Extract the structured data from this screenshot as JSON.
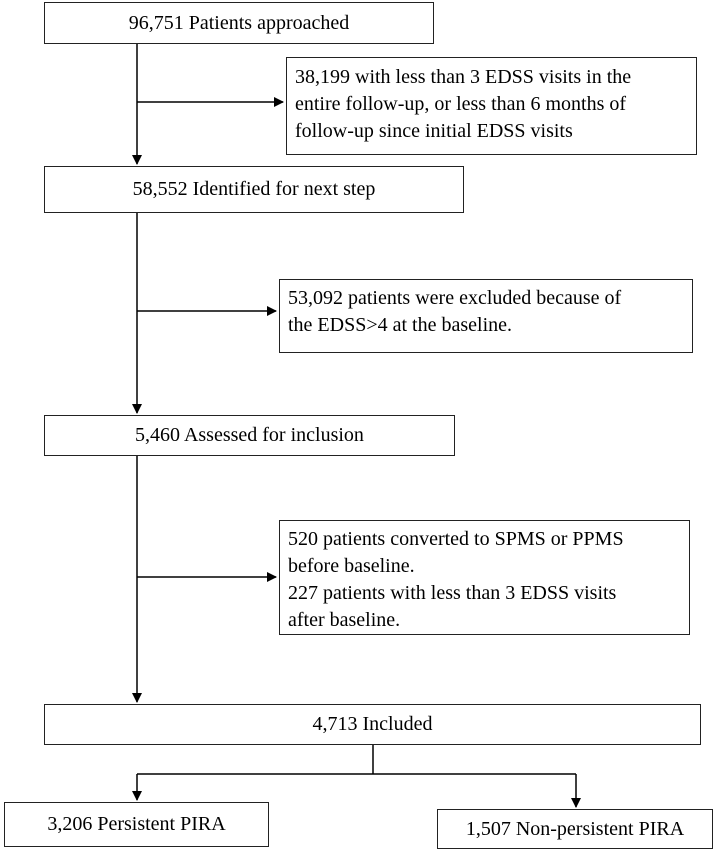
{
  "flowchart": {
    "main_steps": [
      {
        "text": "96,751 Patients approached"
      },
      {
        "text": "58,552 Identified for next step"
      },
      {
        "text": "5,460 Assessed for inclusion"
      },
      {
        "text": "4,713 Included"
      }
    ],
    "exclusions": [
      {
        "lines": [
          "38,199 with less than 3 EDSS visits in the",
          "entire follow-up, or less than 6 months of",
          "follow-up since initial EDSS visits"
        ]
      },
      {
        "lines": [
          "53,092 patients were excluded because of",
          "the EDSS>4 at the baseline."
        ]
      },
      {
        "lines": [
          "520 patients converted to SPMS or PPMS",
          "before baseline.",
          "227 patients with less than 3 EDSS visits",
          "after baseline."
        ]
      }
    ],
    "outcomes": [
      {
        "text": "3,206 Persistent PIRA"
      },
      {
        "text": "1,507 Non-persistent PIRA"
      }
    ]
  }
}
